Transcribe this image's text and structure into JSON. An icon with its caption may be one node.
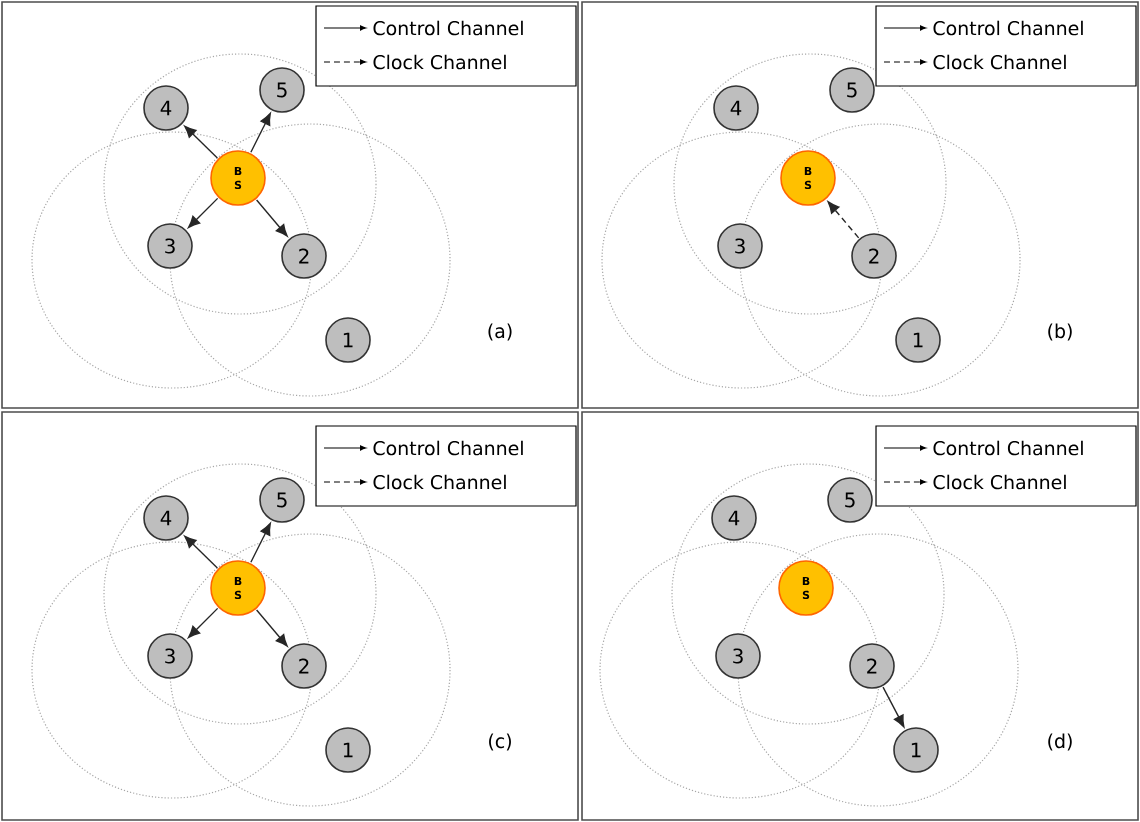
{
  "diagram": {
    "nodes": [
      {
        "text": [
          "(a)"
        ]
      },
      {
        "text": [
          "4"
        ],
        "in": 0
      },
      {
        "text": [
          "5"
        ],
        "in": 0
      },
      {
        "text": [
          "B S"
        ],
        "in": 0
      },
      {
        "text": [
          "3"
        ],
        "in": 0
      },
      {
        "text": [
          "2"
        ],
        "in": 0
      },
      {
        "text": [
          "1"
        ],
        "in": 0
      },
      {
        "text": [
          "(b)"
        ]
      },
      {
        "text": [
          "4"
        ],
        "in": 7
      },
      {
        "text": [
          "5"
        ],
        "in": 7
      },
      {
        "text": [
          "B S"
        ],
        "in": 7
      },
      {
        "text": [
          "3"
        ],
        "in": 7
      },
      {
        "text": [
          "2"
        ],
        "in": 7
      },
      {
        "text": [
          "1"
        ],
        "in": 7
      },
      {
        "text": [
          "(c)"
        ]
      },
      {
        "text": [
          "4"
        ],
        "in": 14
      },
      {
        "text": [
          "5"
        ],
        "in": 14
      },
      {
        "text": [
          "B S"
        ],
        "in": 14
      },
      {
        "text": [
          "3"
        ],
        "in": 14
      },
      {
        "text": [
          "2"
        ],
        "in": 14
      },
      {
        "text": [
          "1"
        ],
        "in": 14
      },
      {
        "text": [
          "(d)"
        ]
      },
      {
        "text": [
          "4"
        ],
        "in": 21
      },
      {
        "text": [
          "5"
        ],
        "in": 21
      },
      {
        "text": [
          "B S"
        ],
        "in": 21
      },
      {
        "text": [
          "3"
        ],
        "in": 21
      },
      {
        "text": [
          "2"
        ],
        "in": 21
      },
      {
        "text": [
          "1"
        ],
        "in": 21
      }
    ],
    "edges": [
      {
        "from": 3,
        "to": 1,
        "arrow": "to"
      },
      {
        "from": 3,
        "to": 2,
        "arrow": "to"
      },
      {
        "from": 3,
        "to": 4,
        "arrow": "to"
      },
      {
        "from": 3,
        "to": 5,
        "arrow": "to"
      },
      {
        "from": 12,
        "to": 10,
        "arrow": "to",
        "style": "dashed"
      },
      {
        "from": 17,
        "to": 15,
        "arrow": "to"
      },
      {
        "from": 17,
        "to": 16,
        "arrow": "to"
      },
      {
        "from": 17,
        "to": 18,
        "arrow": "to"
      },
      {
        "from": 17,
        "to": 19,
        "arrow": "to"
      },
      {
        "from": 26,
        "to": 27,
        "arrow": "to"
      }
    ],
    "legend": [
      {
        "text": "Control Channel"
      },
      {
        "text": "Clock Channel"
      },
      {
        "text": "Control Channel"
      },
      {
        "text": "Clock Channel"
      },
      {
        "text": "Control Channel"
      },
      {
        "text": "Clock Channel"
      },
      {
        "text": "Control Channel"
      },
      {
        "text": "Clock Channel"
      }
    ]
  }
}
